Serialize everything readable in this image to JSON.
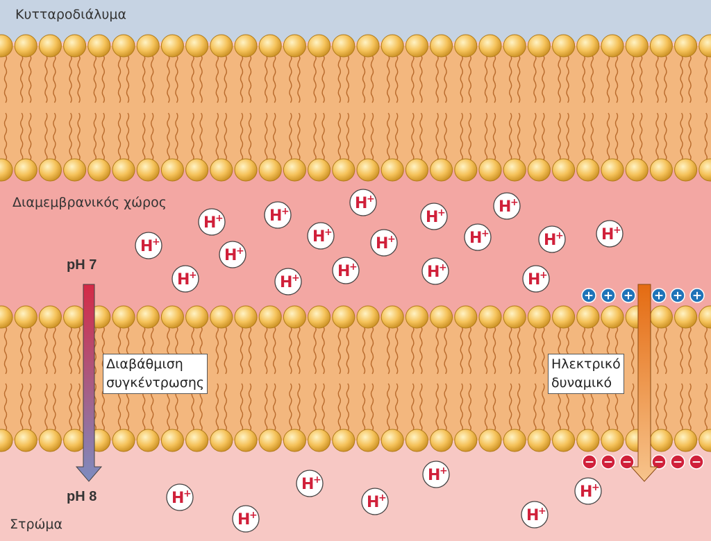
{
  "regions": {
    "top": "Κυτταροδιάλυμα",
    "middle": "Διαμεμβρανικός χώρος",
    "bottom": "Στρώμα"
  },
  "gradient": {
    "top_label": "pH 7",
    "bottom_label": "pH 8",
    "box_line1": "Διαβάθμιση",
    "box_line2": "συγκέντρωσης"
  },
  "potential": {
    "box_line1": "Ηλεκτρικό",
    "box_line2": "δυναμικό",
    "positive_symbol": "+",
    "negative_symbol": "−"
  },
  "ion": {
    "symbol": "H",
    "charge": "+"
  },
  "colors": {
    "cytosol": "#c6d3e3",
    "intermembrane_space": "#f3a7a3",
    "stroma": "#f7c8c4",
    "lipid_head": "#f5c25a",
    "lipid_tail": "#e9a96a",
    "membrane_fill": "#f3b77e",
    "proton": "#d0203a",
    "gradient_top": "#d42a45",
    "gradient_bottom": "#7d8cc0",
    "potential_arrow": "#ef8a2c",
    "positive_charge": "#1f73b8",
    "negative_charge": "#d0203a"
  }
}
